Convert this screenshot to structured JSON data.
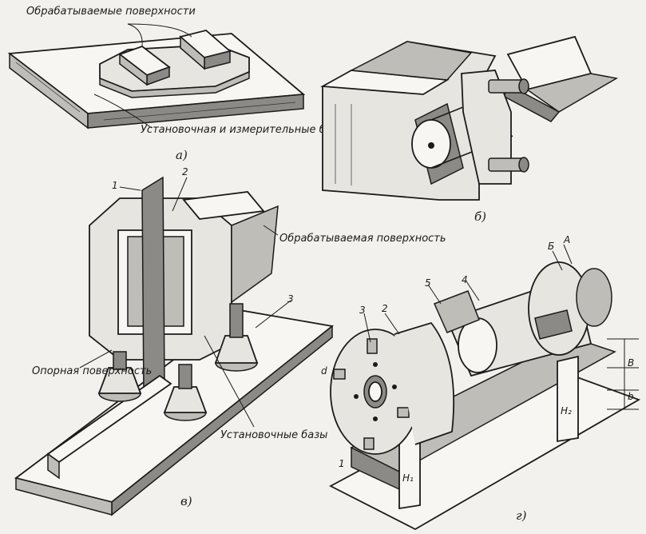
{
  "figure_a": {
    "label": "а)",
    "callout_machined": "Обрабатываемые поверхности",
    "callout_bases": "Установочная и измерительные базы"
  },
  "figure_b": {
    "label": "б)"
  },
  "figure_v": {
    "label": "в)",
    "callout_machined": "Обрабатываемая поверхность",
    "callout_support": "Опорная поверхность",
    "callout_bases": "Установочные базы",
    "numbers": [
      "1",
      "2",
      "3"
    ]
  },
  "figure_g": {
    "label": "г)",
    "numbers": [
      "1",
      "2",
      "3",
      "4",
      "5"
    ],
    "letters": [
      "Б",
      "А",
      "В",
      "b",
      "d"
    ],
    "heights": [
      "H₁",
      "H₂"
    ]
  }
}
